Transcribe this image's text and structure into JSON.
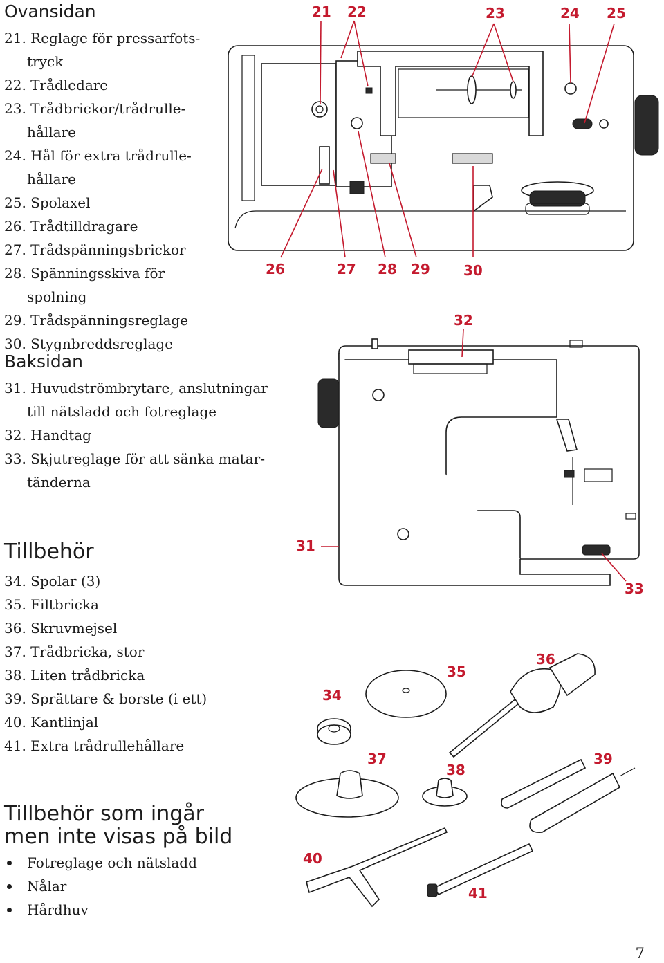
{
  "sections": {
    "top": {
      "heading": "Ovansidan",
      "items": [
        {
          "line1": "21. Reglage för pressarfots-",
          "line2": "tryck"
        },
        {
          "line1": "22. Trådledare"
        },
        {
          "line1": "23. Trådbrickor/trådrulle-",
          "line2": "hållare"
        },
        {
          "line1": "24. Hål för extra trådrulle-",
          "line2": "hållare"
        },
        {
          "line1": "25. Spolaxel"
        },
        {
          "line1": "26. Trådtilldragare"
        },
        {
          "line1": "27. Trådspänningsbrickor"
        },
        {
          "line1": "28. Spänningsskiva för",
          "line2": "spolning"
        },
        {
          "line1": "29. Trådspänningsreglage"
        },
        {
          "line1": "30. Stygnbreddsreglage"
        }
      ]
    },
    "back": {
      "heading": "Baksidan",
      "items": [
        {
          "line1": "31. Huvudströmbrytare, anslutningar",
          "line2": "till nätsladd och fotreglage"
        },
        {
          "line1": "32. Handtag"
        },
        {
          "line1": "33. Skjutreglage för att sänka matar-",
          "line2": "tänderna"
        }
      ]
    },
    "accessories": {
      "heading": "Tillbehör",
      "items": [
        "34. Spolar (3)",
        "35. Filtbricka",
        "36. Skruvmejsel",
        "37. Trådbricka, stor",
        "38. Liten trådbricka",
        "39. Sprättare & borste (i ett)",
        "40. Kantlinjal",
        "41. Extra trådrullehållare"
      ]
    },
    "not_shown": {
      "heading_line1": "Tillbehör som ingår",
      "heading_line2": "men inte visas på bild",
      "items": [
        "Fotreglage och nätsladd",
        "Nålar",
        "Hårdhuv"
      ]
    }
  },
  "callouts": {
    "c21": "21",
    "c22": "22",
    "c23": "23",
    "c24": "24",
    "c25": "25",
    "c26": "26",
    "c27": "27",
    "c28": "28",
    "c29": "29",
    "c30": "30",
    "c31": "31",
    "c32": "32",
    "c33": "33",
    "c34": "34",
    "c35": "35",
    "c36": "36",
    "c37": "37",
    "c38": "38",
    "c39": "39",
    "c40": "40",
    "c41": "41"
  },
  "page_number": "7",
  "colors": {
    "callout": "#c41a2e",
    "text": "#1c1c1c"
  }
}
